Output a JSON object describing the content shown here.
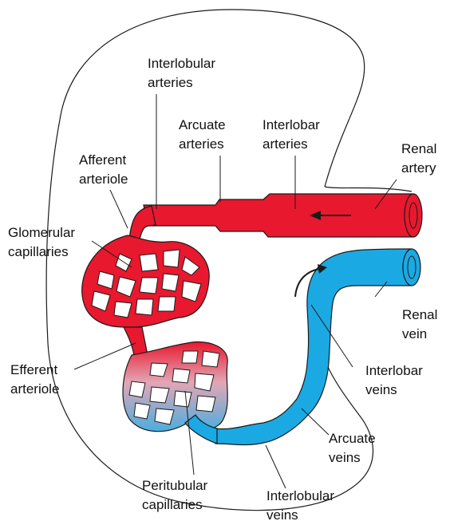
{
  "colors": {
    "artery": "#e8182e",
    "vein": "#1ba9e3",
    "outline": "#1a1a1a",
    "background": "#ffffff"
  },
  "labels": {
    "interlobular_arteries": [
      "Interlobular",
      "arteries"
    ],
    "arcuate_arteries": [
      "Arcuate",
      "arteries"
    ],
    "interlobar_arteries": [
      "Interlobar",
      "arteries"
    ],
    "renal_artery": [
      "Renal",
      "artery"
    ],
    "afferent_arteriole": [
      "Afferent",
      "arteriole"
    ],
    "glomerular_capillaries": [
      "Glomerular",
      "capillaries"
    ],
    "renal_vein": [
      "Renal",
      "vein"
    ],
    "interlobar_veins": [
      "Interlobar",
      "veins"
    ],
    "efferent_arteriole": [
      "Efferent",
      "arteriole"
    ],
    "arcuate_veins": [
      "Arcuate",
      "veins"
    ],
    "peritubular_capillaries": [
      "Peritubular",
      "capillaries"
    ],
    "interlobular_veins": [
      "Interlobular",
      "veins"
    ]
  }
}
